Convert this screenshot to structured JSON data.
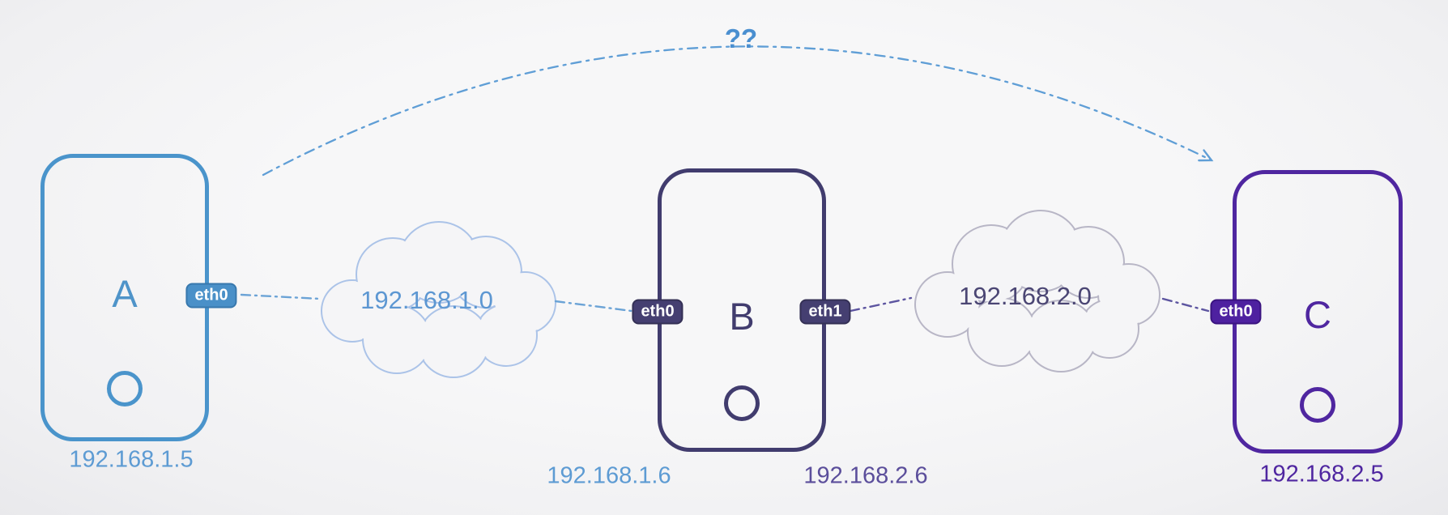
{
  "arrow": {
    "label": "??",
    "color": "#5f9ed6"
  },
  "nodes": {
    "a": {
      "label": "A",
      "eth0": "eth0",
      "ip": "192.168.1.5",
      "color": "#4a94cb"
    },
    "b": {
      "label": "B",
      "eth0": "eth0",
      "eth1": "eth1",
      "ip_left": "192.168.1.6",
      "ip_right": "192.168.2.6",
      "color": "#413c6e"
    },
    "c": {
      "label": "C",
      "eth0": "eth0",
      "ip": "192.168.2.5",
      "color": "#4f26a0"
    }
  },
  "networks": {
    "net1": {
      "name": "192.168.1.0",
      "outline_color": "#abc3e8",
      "text_color": "#5d97d2",
      "link_color": "#6ba3d6"
    },
    "net2": {
      "name": "192.168.2.0",
      "outline_color": "#b8b6c6",
      "text_color": "#4b4674",
      "link_color": "#5d55a0"
    }
  }
}
